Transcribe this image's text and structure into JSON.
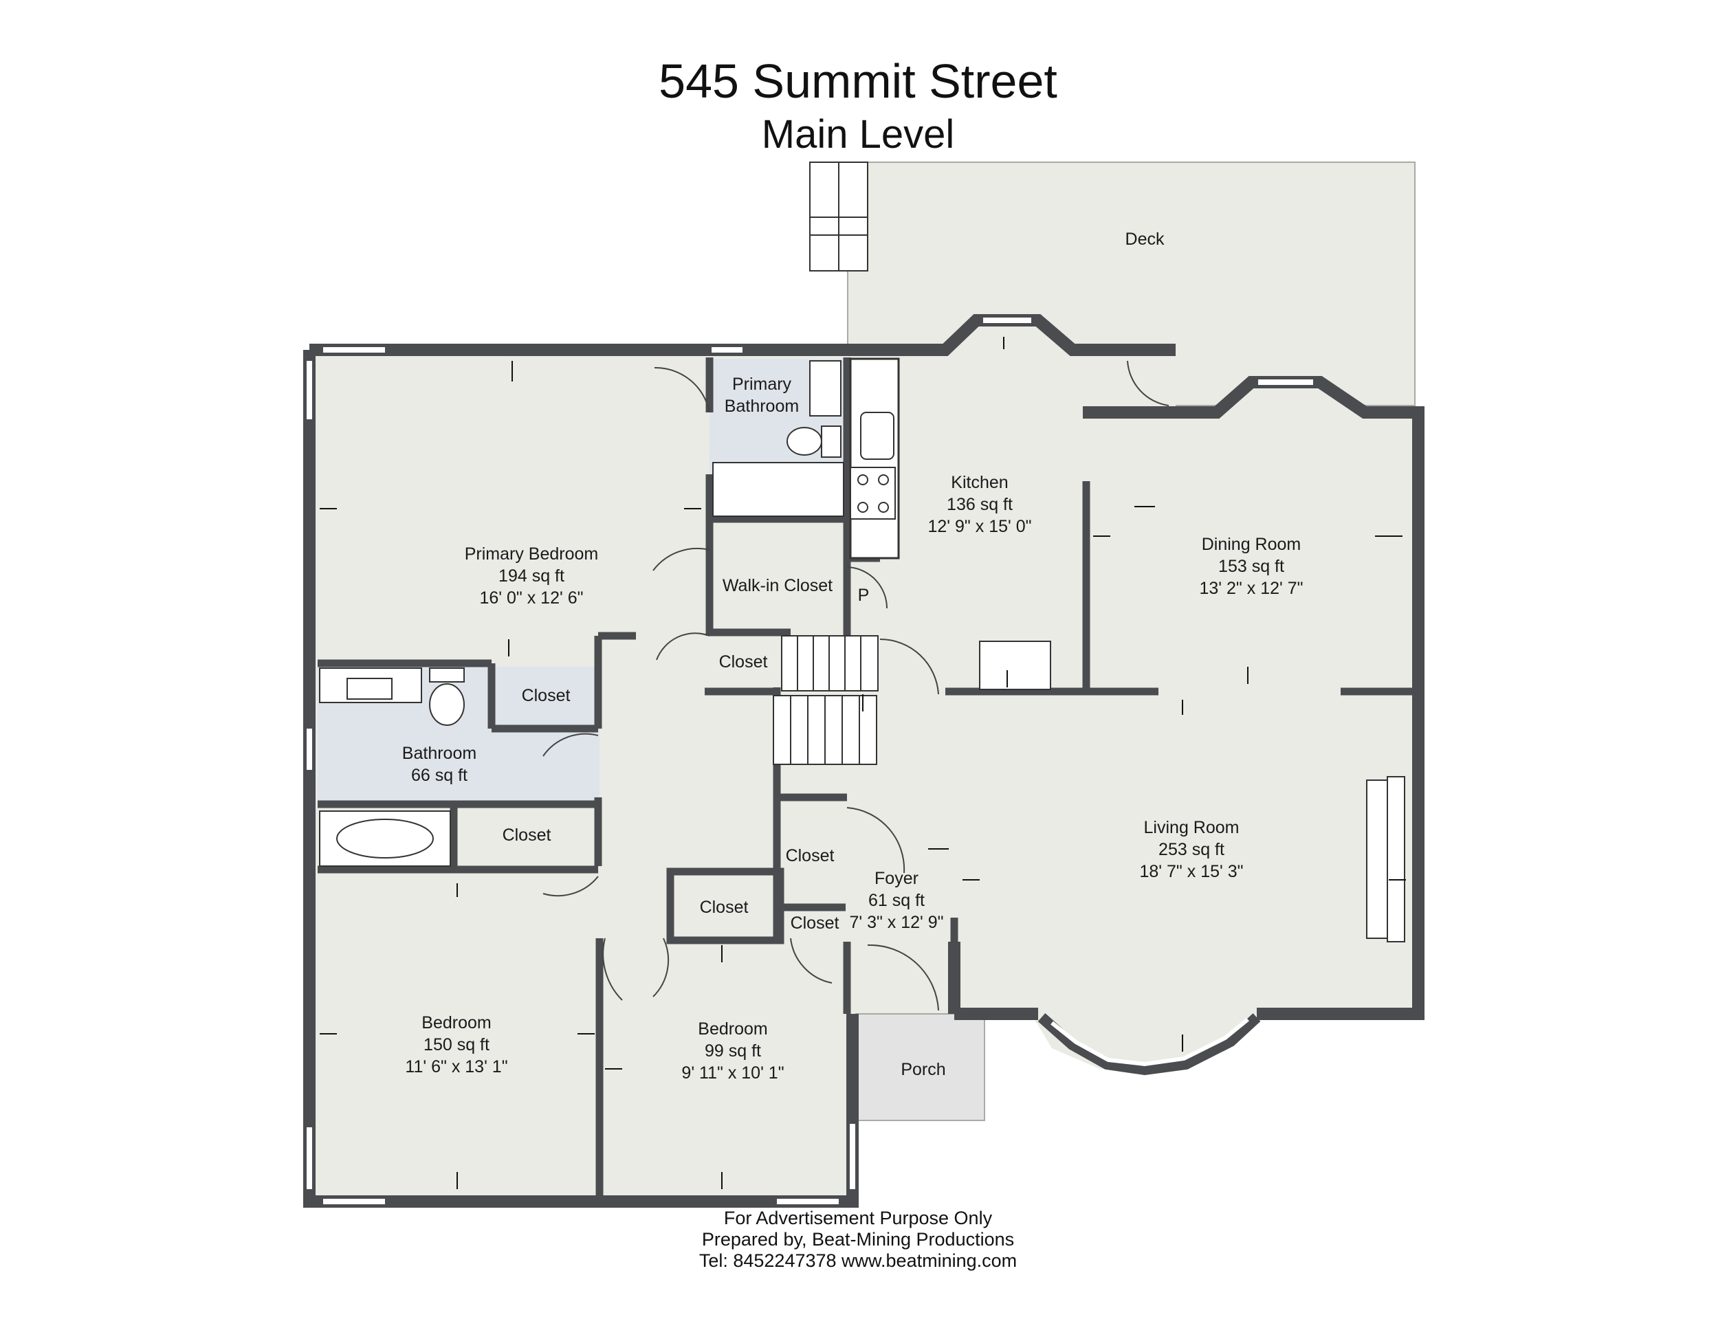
{
  "header": {
    "title": "545 Summit Street",
    "subtitle": "Main Level"
  },
  "footer": {
    "line1": "For Advertisement Purpose Only",
    "line2": "Prepared by, Beat-Mining Productions",
    "line3": "Tel: 8452247378 www.beatmining.com"
  },
  "colors": {
    "floor": "#e9ebe4",
    "bath": "#dfe4ea",
    "porch": "#e3e3e3",
    "wall": "#4a4c50",
    "window": "#ffffff"
  },
  "rooms": {
    "deck": {
      "name": "Deck"
    },
    "primary_bathroom": {
      "name_line1": "Primary",
      "name_line2": "Bathroom"
    },
    "kitchen": {
      "name": "Kitchen",
      "area": "136 sq ft",
      "dims": "12' 9\" x 15' 0\""
    },
    "dining": {
      "name": "Dining Room",
      "area": "153 sq ft",
      "dims": "13' 2\" x 12' 7\""
    },
    "primary_bedroom": {
      "name": "Primary Bedroom",
      "area": "194 sq ft",
      "dims": "16' 0\" x 12' 6\""
    },
    "walkin": {
      "name": "Walk-in Closet"
    },
    "pantry": {
      "name": "P"
    },
    "closet_hall": {
      "name": "Closet"
    },
    "closet_bath_upper": {
      "name": "Closet"
    },
    "bathroom": {
      "name": "Bathroom",
      "area": "66 sq ft"
    },
    "closet_bath_lower": {
      "name": "Closet"
    },
    "closet_foyer": {
      "name": "Closet"
    },
    "foyer": {
      "name": "Foyer",
      "area": "61 sq ft",
      "dims": "7' 3\" x 12' 9\""
    },
    "closet_bed2": {
      "name": "Closet"
    },
    "closet_small": {
      "name": "Closet"
    },
    "living": {
      "name": "Living Room",
      "area": "253 sq ft",
      "dims": "18' 7\" x 15' 3\""
    },
    "bedroom1": {
      "name": "Bedroom",
      "area": "150 sq ft",
      "dims": "11' 6\" x 13' 1\""
    },
    "bedroom2": {
      "name": "Bedroom",
      "area": "99 sq ft",
      "dims": "9' 11\" x 10' 1\""
    },
    "porch": {
      "name": "Porch"
    }
  }
}
